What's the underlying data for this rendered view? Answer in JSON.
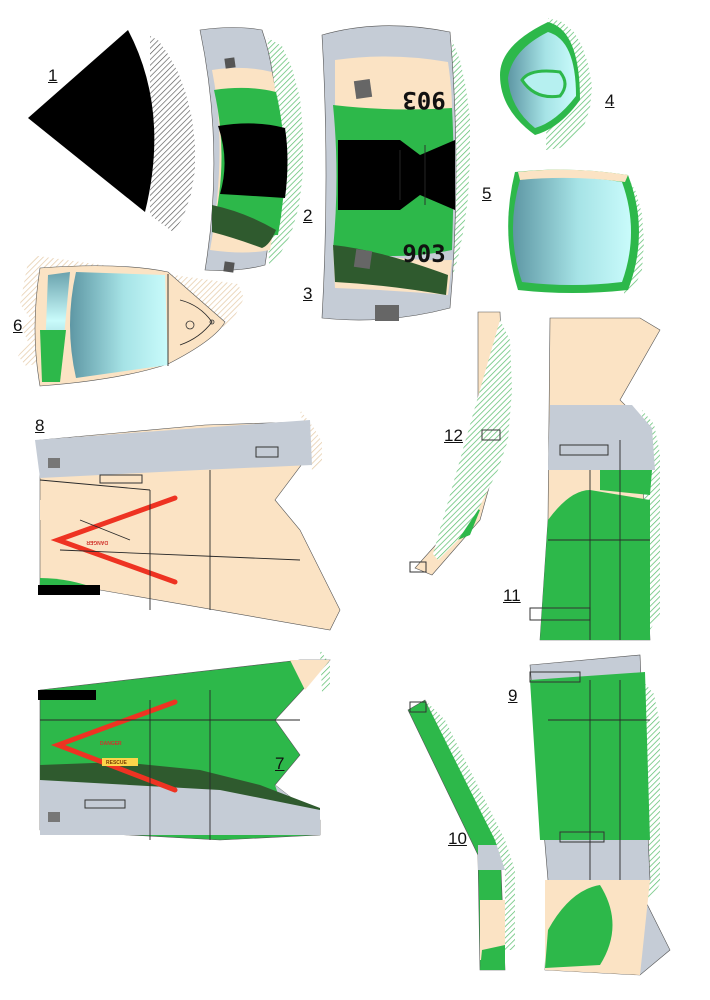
{
  "colors": {
    "sand": "#fbe3c4",
    "grey": "#c5ccd6",
    "green": "#2db84a",
    "dark_green": "#2f5a2e",
    "black": "#000000",
    "red_chevron": "#ee3322",
    "glass_light": "#bff5f5",
    "glass_dark": "#5e97a4",
    "tab_green": "#7ccb8a",
    "tab_sand": "#f2dcc0"
  },
  "parts": [
    {
      "number": "1",
      "kind": "nose-cone-black-gore"
    },
    {
      "number": "2",
      "kind": "nose-camo-band"
    },
    {
      "number": "3",
      "kind": "forward-fuselage-with-serial"
    },
    {
      "number": "4",
      "kind": "canopy-end-cap"
    },
    {
      "number": "5",
      "kind": "canopy-section"
    },
    {
      "number": "6",
      "kind": "windscreen-canopy"
    },
    {
      "number": "7",
      "kind": "fuselage-side-left"
    },
    {
      "number": "8",
      "kind": "fuselage-side-right"
    },
    {
      "number": "9",
      "kind": "intake-panel-lower"
    },
    {
      "number": "10",
      "kind": "intake-strip-lower"
    },
    {
      "number": "11",
      "kind": "intake-panel-upper"
    },
    {
      "number": "12",
      "kind": "intake-strip-upper"
    }
  ],
  "markings": {
    "serial_upright": "903",
    "serial_inverted": "903",
    "danger_label": "DANGER",
    "rescue_label": "RESCUE"
  }
}
